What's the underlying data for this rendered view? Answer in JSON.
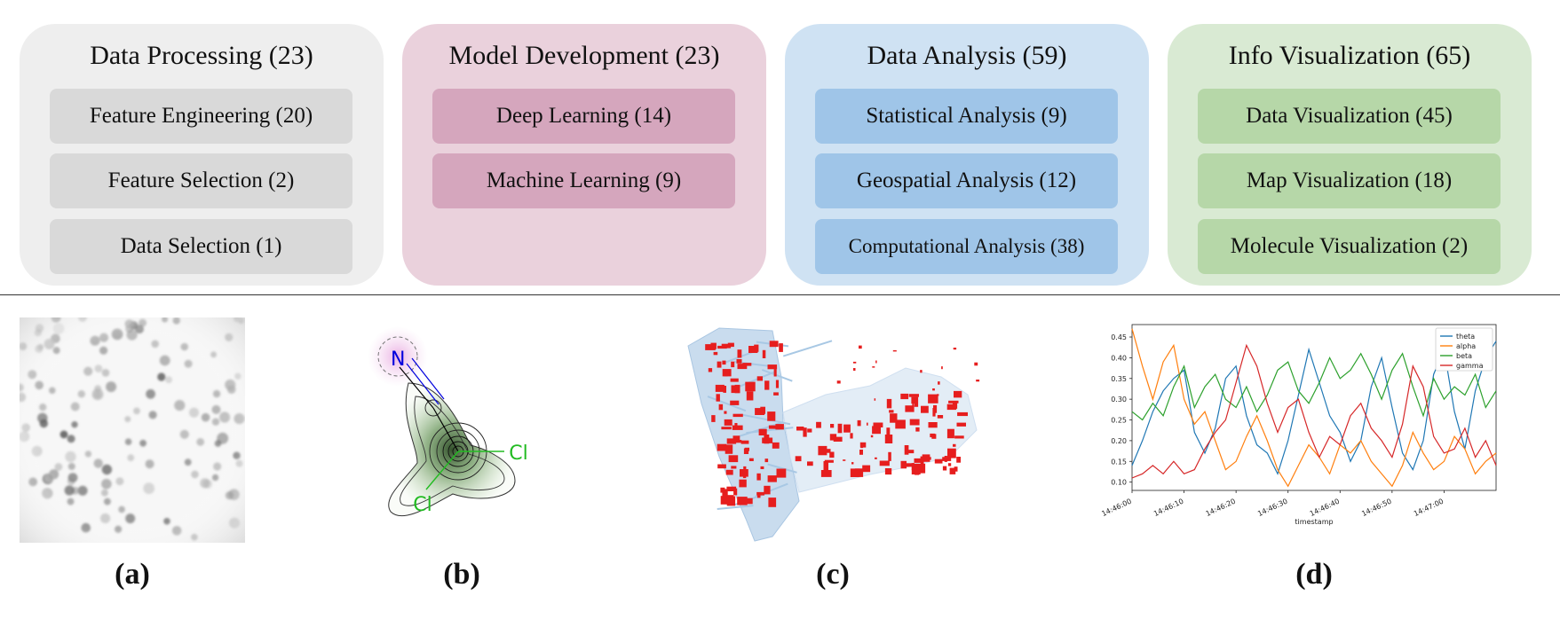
{
  "groups": [
    {
      "title": "Data Processing (23)",
      "bg": "#eeeeee",
      "pill_bg": "#d9d9d9",
      "items": [
        "Feature Engineering (20)",
        "Feature Selection (2)",
        "Data Selection (1)"
      ]
    },
    {
      "title": "Model Development (23)",
      "bg": "#ead1dc",
      "pill_bg": "#d5a6bd",
      "items": [
        "Deep Learning (14)",
        "Machine Learning (9)"
      ]
    },
    {
      "title": "Data Analysis (59)",
      "bg": "#cfe2f3",
      "pill_bg": "#9fc5e8",
      "items": [
        "Statistical Analysis (9)",
        "Geospatial Analysis (12)",
        "Computational Analysis (38)"
      ]
    },
    {
      "title": "Info Visualization (65)",
      "bg": "#d9ead3",
      "pill_bg": "#b6d7a8",
      "items": [
        "Data Visualization (45)",
        "Map Visualization (18)",
        "Molecule Visualization (2)"
      ]
    }
  ],
  "captions": {
    "a": "(a)",
    "b": "(b)",
    "c": "(c)",
    "d": "(d)"
  },
  "molecule": {
    "atom_n": "N",
    "atom_cl1": "Cl",
    "atom_cl2": "Cl",
    "n_color": "#0000dd",
    "cl_color": "#22bb22"
  },
  "chart_data": {
    "type": "line",
    "xlabel": "timestamp",
    "ylabel": "",
    "ylim": [
      0.08,
      0.48
    ],
    "yticks": [
      0.1,
      0.15,
      0.2,
      0.25,
      0.3,
      0.35,
      0.4,
      0.45
    ],
    "xticks": [
      "14:46:00",
      "14:46:10",
      "14:46:20",
      "14:46:30",
      "14:46:40",
      "14:46:50",
      "14:47:00"
    ],
    "xrange": [
      0,
      70
    ],
    "legend_position": "top-right",
    "x": [
      0,
      2,
      4,
      6,
      8,
      10,
      12,
      14,
      16,
      18,
      20,
      22,
      24,
      26,
      28,
      30,
      32,
      34,
      36,
      38,
      40,
      42,
      44,
      46,
      48,
      50,
      52,
      54,
      56,
      58,
      60,
      62,
      64,
      66,
      68,
      70
    ],
    "series": [
      {
        "name": "theta",
        "color": "#1f77b4",
        "values": [
          0.14,
          0.2,
          0.27,
          0.32,
          0.35,
          0.37,
          0.22,
          0.17,
          0.23,
          0.35,
          0.38,
          0.26,
          0.19,
          0.17,
          0.12,
          0.2,
          0.31,
          0.42,
          0.34,
          0.26,
          0.22,
          0.15,
          0.2,
          0.33,
          0.4,
          0.28,
          0.17,
          0.13,
          0.2,
          0.36,
          0.42,
          0.27,
          0.18,
          0.32,
          0.4,
          0.44
        ]
      },
      {
        "name": "alpha",
        "color": "#ff7f0e",
        "values": [
          0.47,
          0.38,
          0.3,
          0.39,
          0.43,
          0.3,
          0.24,
          0.27,
          0.2,
          0.13,
          0.15,
          0.21,
          0.26,
          0.2,
          0.13,
          0.09,
          0.14,
          0.19,
          0.16,
          0.12,
          0.19,
          0.17,
          0.2,
          0.15,
          0.12,
          0.09,
          0.14,
          0.22,
          0.17,
          0.13,
          0.15,
          0.21,
          0.18,
          0.12,
          0.15,
          0.17
        ]
      },
      {
        "name": "beta",
        "color": "#2ca02c",
        "values": [
          0.27,
          0.25,
          0.29,
          0.26,
          0.33,
          0.38,
          0.28,
          0.33,
          0.36,
          0.3,
          0.28,
          0.33,
          0.27,
          0.31,
          0.37,
          0.39,
          0.32,
          0.29,
          0.34,
          0.4,
          0.35,
          0.37,
          0.41,
          0.36,
          0.3,
          0.37,
          0.41,
          0.33,
          0.26,
          0.35,
          0.3,
          0.33,
          0.31,
          0.36,
          0.28,
          0.32
        ]
      },
      {
        "name": "gamma",
        "color": "#d62728",
        "values": [
          0.11,
          0.12,
          0.14,
          0.12,
          0.15,
          0.12,
          0.13,
          0.18,
          0.22,
          0.25,
          0.34,
          0.43,
          0.38,
          0.29,
          0.22,
          0.28,
          0.3,
          0.22,
          0.16,
          0.21,
          0.19,
          0.26,
          0.29,
          0.23,
          0.2,
          0.16,
          0.24,
          0.38,
          0.33,
          0.21,
          0.17,
          0.18,
          0.23,
          0.16,
          0.2,
          0.14
        ]
      }
    ]
  }
}
